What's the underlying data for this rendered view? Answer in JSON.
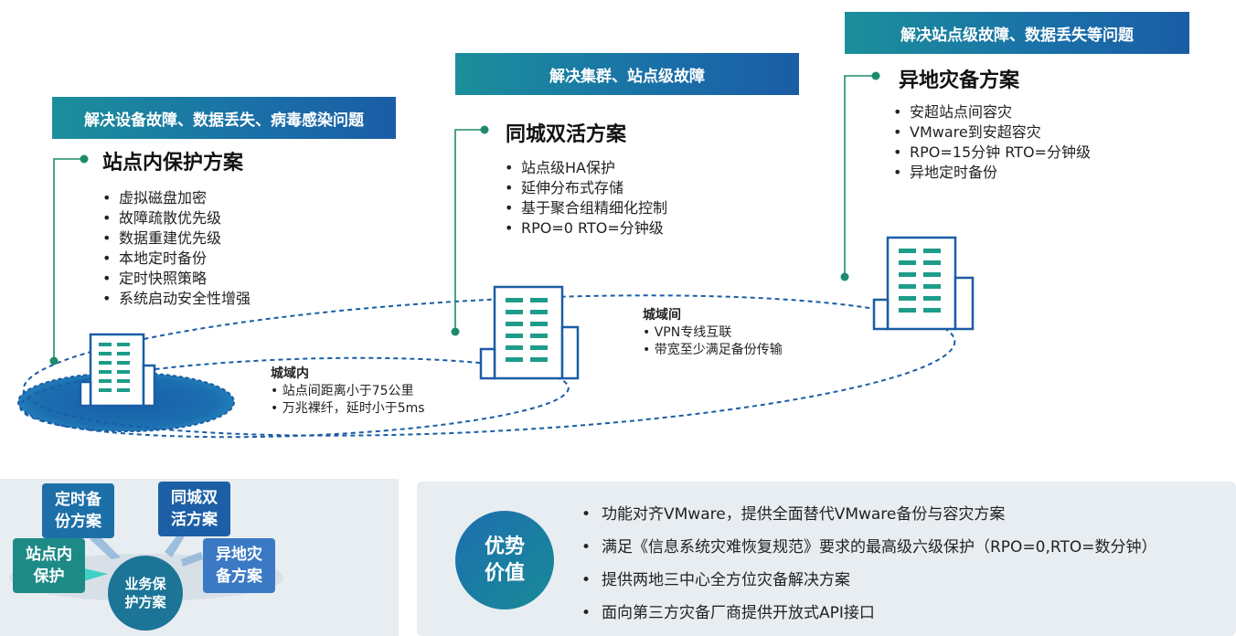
{
  "colors": {
    "banner": "#1a6fa8",
    "teal": "#1b8f9b",
    "dark_blue": "#1a5da6",
    "green_dot": "#1e8a6c"
  },
  "solutions": [
    {
      "banner": "解决设备故障、数据丢失、病毒感染问题",
      "title": "站点内保护方案",
      "items": [
        "虚拟磁盘加密",
        "故障疏散优先级",
        "数据重建优先级",
        "本地定时备份",
        "定时快照策略",
        "系统启动安全性增强"
      ]
    },
    {
      "banner": "解决集群、站点级故障",
      "title": "同城双活方案",
      "items": [
        "站点级HA保护",
        "延伸分布式存储",
        "基于聚合组精细化控制",
        "RPO=0 RTO=分钟级"
      ]
    },
    {
      "banner": "解决站点级故障、数据丢失等问题",
      "title": "异地灾备方案",
      "items": [
        "安超站点间容灾",
        "VMware到安超容灾",
        "RPO=15分钟 RTO=分钟级",
        "异地定时备份"
      ]
    }
  ],
  "zones": {
    "intra_city": {
      "title": "城域内",
      "items": [
        "• 站点间距离小于75公里",
        "• 万兆裸纤，延时小于5ms"
      ]
    },
    "inter_city": {
      "title": "城域间",
      "items": [
        "• VPN专线互联",
        "• 带宽至少满足备份传输"
      ]
    }
  },
  "business": {
    "core": "业务保\n护方案",
    "boxes": [
      {
        "label": "定时备\n份方案",
        "color": "#1d6fa8"
      },
      {
        "label": "同城双\n活方案",
        "color": "#1d5fa6"
      },
      {
        "label": "站点内\n保护",
        "color": "#1e8a86"
      },
      {
        "label": "异地灾\n备方案",
        "color": "#3b79c4"
      }
    ]
  },
  "advantages": {
    "badge": "优势\n价值",
    "items": [
      "功能对齐VMware，提供全面替代VMware备份与容灾方案",
      "满足《信息系统灾难恢复规范》要求的最高级六级保护（RPO=0,RTO=数分钟）",
      "提供两地三中心全方位灾备解决方案",
      "面向第三方灾备厂商提供开放式API接口"
    ]
  }
}
